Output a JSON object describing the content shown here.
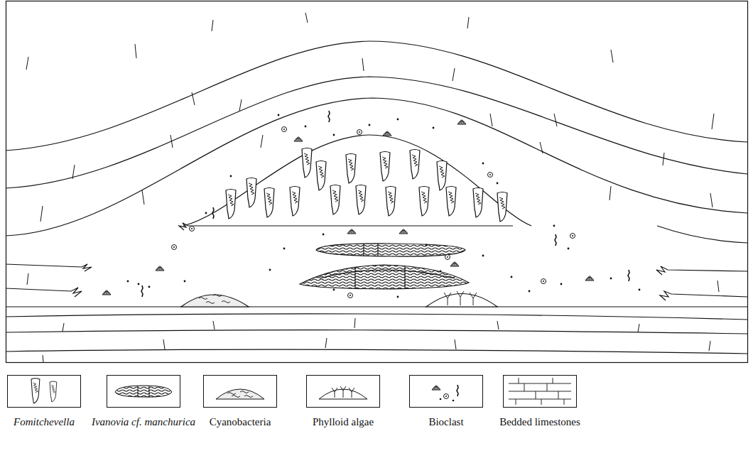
{
  "diagram": {
    "legend": [
      {
        "text": "Fomitchevella"
      },
      {
        "text": "Ivanovia cf. manchurica"
      },
      {
        "text": "Cyanobacteria"
      },
      {
        "text": "Phylloid algae"
      },
      {
        "text": "Bioclast"
      },
      {
        "text": "Bedded limestones"
      }
    ]
  }
}
